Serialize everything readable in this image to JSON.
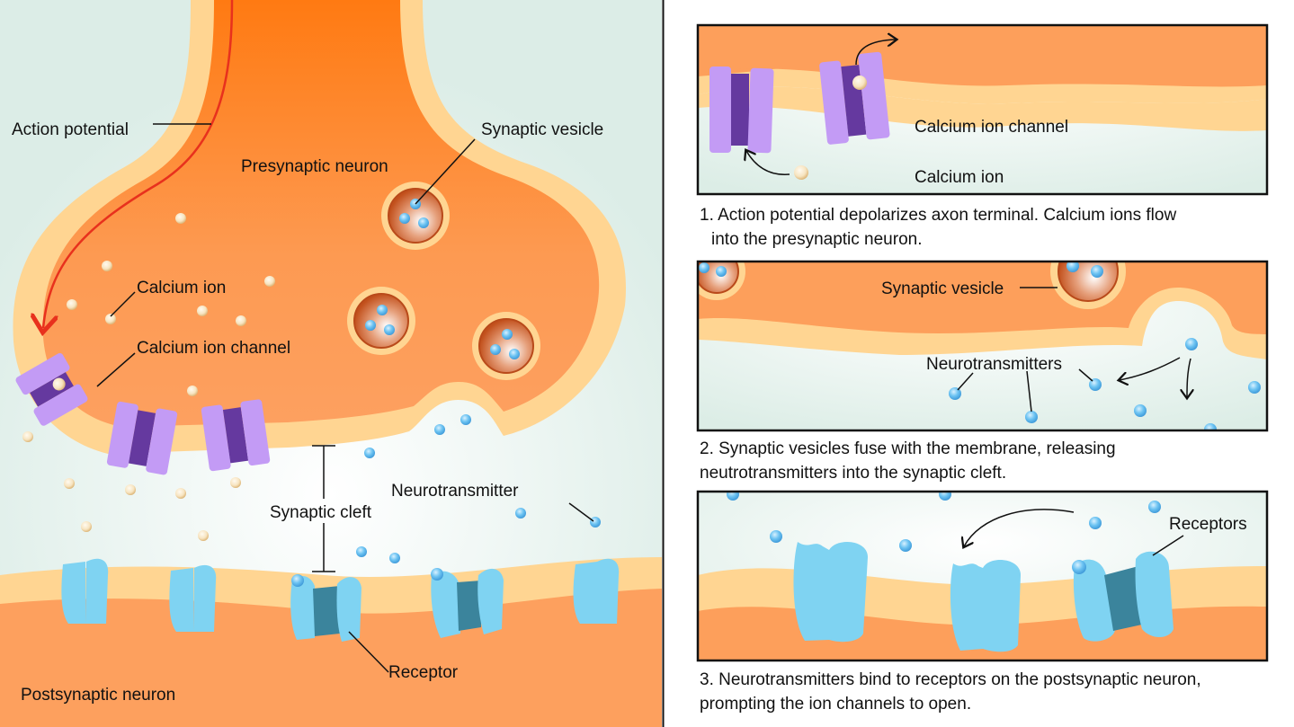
{
  "main_diagram": {
    "labels": {
      "action_potential": "Action potential",
      "presynaptic_neuron": "Presynaptic neuron",
      "synaptic_vesicle": "Synaptic vesicle",
      "calcium_ion": "Calcium ion",
      "calcium_ion_channel": "Calcium ion channel",
      "synaptic_cleft": "Synaptic cleft",
      "neurotransmitter": "Neurotransmitter",
      "receptor": "Receptor",
      "postsynaptic_neuron": "Postsynaptic neuron"
    }
  },
  "steps": [
    {
      "labels": {
        "channel": "Calcium ion channel",
        "ion": "Calcium ion"
      },
      "caption_line1": "1.  Action potential depolarizes axon terminal. Calcium ions flow",
      "caption_line2": "into the presynaptic neuron."
    },
    {
      "labels": {
        "vesicle": "Synaptic vesicle",
        "neurotransmitters": "Neurotransmitters"
      },
      "caption_line1": "2. Synaptic vesicles fuse with the membrane, releasing",
      "caption_line2": "neutrotransmitters into the synaptic cleft."
    },
    {
      "labels": {
        "receptors": "Receptors"
      },
      "caption_line1": "3. Neurotransmitters bind to receptors on the postsynaptic neuron,",
      "caption_line2": "prompting the ion channels to open."
    }
  ],
  "colors": {
    "cytoplasm": "#fd9f5b",
    "membrane": "#ffd592",
    "extracellular": "#e0efe9",
    "channel_light": "#c39bf5",
    "channel_dark": "#65399f",
    "receptor_light": "#7fd3f2",
    "receptor_dark": "#3b849c",
    "neurotransmitter": "#5bb8ee",
    "calcium_ion": "#f6dfb5",
    "action_potential_arrow": "#e8311d"
  }
}
